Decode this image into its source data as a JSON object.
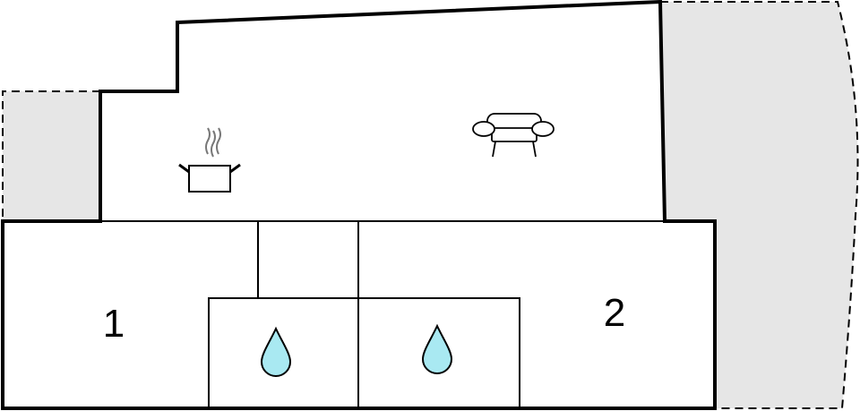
{
  "floorplan": {
    "rooms": [
      {
        "id": "bedroom-1",
        "label": "1"
      },
      {
        "id": "bedroom-2",
        "label": "2"
      }
    ],
    "icons": [
      "kitchen-pot-icon",
      "sofa-icon",
      "water-drop-icon",
      "water-drop-icon"
    ],
    "colors": {
      "wall": "#000000",
      "terrace_fill": "#e6e6e6",
      "water_drop": "#a9e9f2"
    }
  }
}
